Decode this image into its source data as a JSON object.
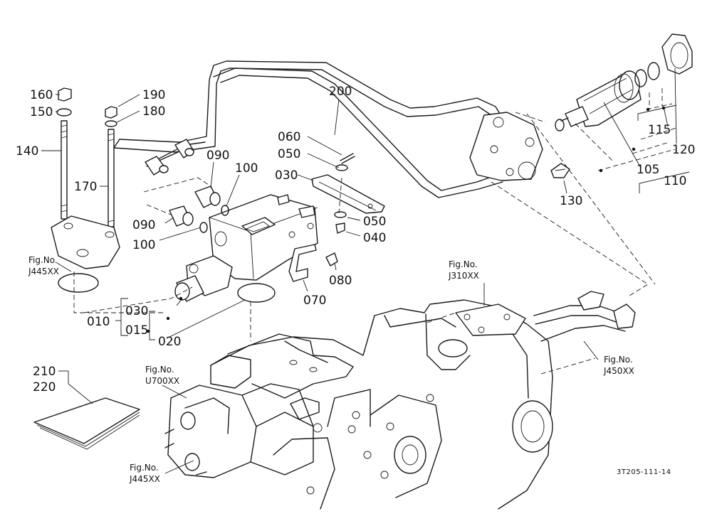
{
  "diagram": {
    "part_labels": [
      {
        "id": "l160",
        "text": "160"
      },
      {
        "id": "l150",
        "text": "150"
      },
      {
        "id": "l140",
        "text": "140"
      },
      {
        "id": "l190",
        "text": "190"
      },
      {
        "id": "l180",
        "text": "180"
      },
      {
        "id": "l170",
        "text": "170"
      },
      {
        "id": "l200",
        "text": "200"
      },
      {
        "id": "l060",
        "text": "060"
      },
      {
        "id": "l050a",
        "text": "050"
      },
      {
        "id": "l030a",
        "text": "030"
      },
      {
        "id": "l090a",
        "text": "090"
      },
      {
        "id": "l100a",
        "text": "100"
      },
      {
        "id": "l090b",
        "text": "090"
      },
      {
        "id": "l100b",
        "text": "100"
      },
      {
        "id": "l050b",
        "text": "050"
      },
      {
        "id": "l040",
        "text": "040"
      },
      {
        "id": "l080",
        "text": "080"
      },
      {
        "id": "l070",
        "text": "070"
      },
      {
        "id": "l010",
        "text": "010"
      },
      {
        "id": "l030b",
        "text": "030"
      },
      {
        "id": "l015",
        "text": "015"
      },
      {
        "id": "l020",
        "text": "020"
      },
      {
        "id": "l130",
        "text": "130"
      },
      {
        "id": "l105",
        "text": "105"
      },
      {
        "id": "l110",
        "text": "110"
      },
      {
        "id": "l115",
        "text": "115"
      },
      {
        "id": "l120",
        "text": "120"
      },
      {
        "id": "l210",
        "text": "210"
      },
      {
        "id": "l220",
        "text": "220"
      }
    ],
    "figure_refs": [
      {
        "id": "f1",
        "line1": "Fig.No.",
        "line2": "J445XX"
      },
      {
        "id": "f2",
        "line1": "Fig.No.",
        "line2": "J310XX"
      },
      {
        "id": "f3",
        "line1": "Fig.No.",
        "line2": "J450XX"
      },
      {
        "id": "f4",
        "line1": "Fig.No.",
        "line2": "U700XX"
      },
      {
        "id": "f5",
        "line1": "Fig.No.",
        "line2": "J445XX"
      }
    ],
    "drawing_code": "3T205-111-14"
  }
}
